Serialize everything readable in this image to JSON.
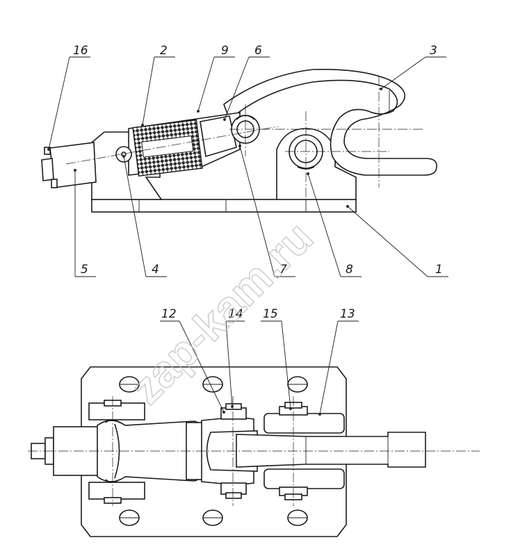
{
  "watermark": "zap-kam.ru",
  "side_view_callouts": [
    {
      "id": "callout-16",
      "label": "16"
    },
    {
      "id": "callout-2",
      "label": "2"
    },
    {
      "id": "callout-9",
      "label": "9"
    },
    {
      "id": "callout-6",
      "label": "6"
    },
    {
      "id": "callout-3",
      "label": "3"
    },
    {
      "id": "callout-5",
      "label": "5"
    },
    {
      "id": "callout-4",
      "label": "4"
    },
    {
      "id": "callout-7",
      "label": "7"
    },
    {
      "id": "callout-8",
      "label": "8"
    },
    {
      "id": "callout-1",
      "label": "1"
    }
  ],
  "top_view_callouts": [
    {
      "id": "callout-12",
      "label": "12"
    },
    {
      "id": "callout-14",
      "label": "14"
    },
    {
      "id": "callout-15",
      "label": "15"
    },
    {
      "id": "callout-13",
      "label": "13"
    }
  ]
}
